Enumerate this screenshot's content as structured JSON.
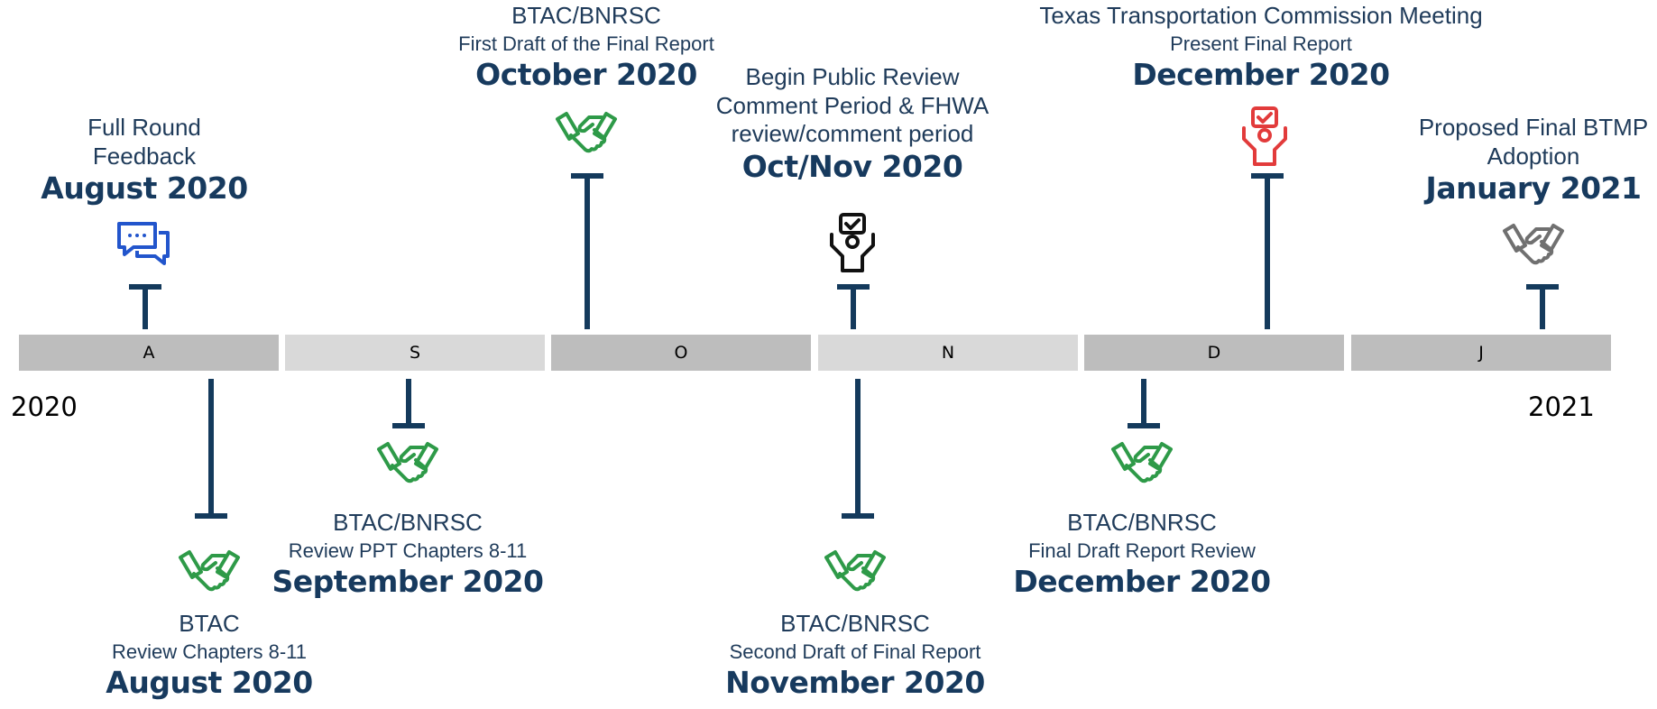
{
  "months": [
    "A",
    "S",
    "O",
    "N",
    "D",
    "J"
  ],
  "years": {
    "start": "2020",
    "end": "2021"
  },
  "events_above": [
    {
      "lines": [
        "Full Round",
        "Feedback"
      ],
      "date": "August 2020",
      "icon": "chat-bubbles-icon",
      "color": "#2255cc"
    },
    {
      "lines": [
        "BTAC/BNRSC",
        "First Draft of the Final Report"
      ],
      "date": "October 2020",
      "icon": "handshake-icon",
      "color": "#2e9a48"
    },
    {
      "lines": [
        "Begin Public Review",
        "Comment Period & FHWA",
        "review/comment period"
      ],
      "date": "Oct/Nov 2020",
      "icon": "person-approval-icon",
      "color": "#111111"
    },
    {
      "lines": [
        "Texas Transportation Commission Meeting",
        "Present Final Report"
      ],
      "date": "December 2020",
      "icon": "person-approval-icon",
      "color": "#e23b3b"
    },
    {
      "lines": [
        "Proposed Final BTMP",
        "Adoption"
      ],
      "date": "January 2021",
      "icon": "handshake-icon",
      "color": "#707070"
    }
  ],
  "events_below": [
    {
      "lines": [
        "BTAC",
        "Review Chapters 8-11"
      ],
      "date": "August 2020",
      "icon": "handshake-icon",
      "color": "#2e9a48"
    },
    {
      "lines": [
        "BTAC/BNRSC",
        "Review PPT Chapters 8-11"
      ],
      "date": "September 2020",
      "icon": "handshake-icon",
      "color": "#2e9a48"
    },
    {
      "lines": [
        "BTAC/BNRSC",
        "Second Draft of Final Report"
      ],
      "date": "November 2020",
      "icon": "handshake-icon",
      "color": "#2e9a48"
    },
    {
      "lines": [
        "BTAC/BNRSC",
        "Final Draft Report Review"
      ],
      "date": "December 2020",
      "icon": "handshake-icon",
      "color": "#2e9a48"
    }
  ]
}
